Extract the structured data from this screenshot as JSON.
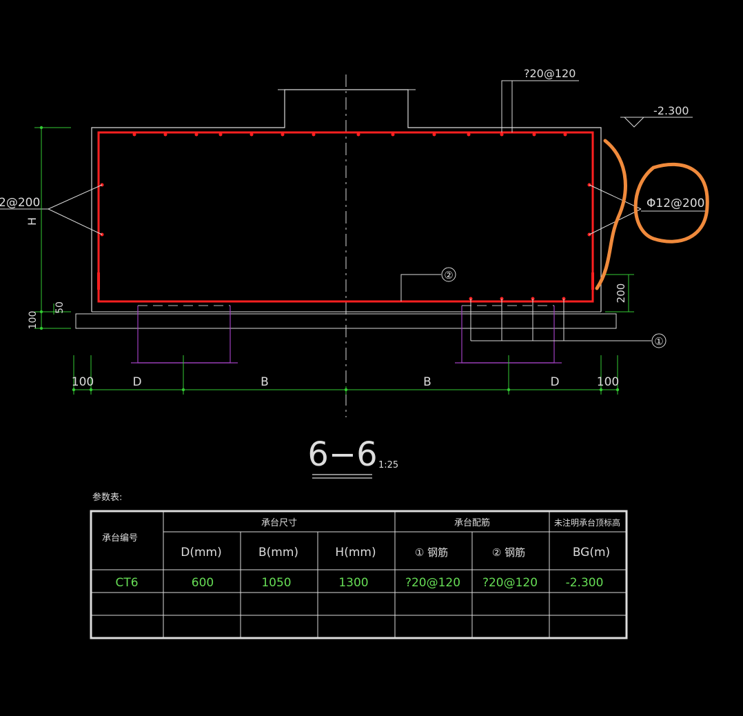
{
  "labels": {
    "top_rebar": "?20@120",
    "elevation": "-2.300",
    "side_rebar_left": "2@200",
    "side_rebar_right": "Φ12@200",
    "height_dim": "H",
    "dim_200": "200",
    "dim_50": "50",
    "dim_100_left": "100",
    "callout_1": "①",
    "callout_2": "②",
    "bottom_dims": [
      "100",
      "D",
      "B",
      "B",
      "D",
      "100"
    ],
    "section_title": "6−6",
    "section_scale": "1:25"
  },
  "table": {
    "caption": "参数表:",
    "header_id": "承台编号",
    "group_size": "承台尺寸",
    "group_rebar": "承台配筋",
    "group_elev": "未注明承台顶标高",
    "sub_headers": [
      "D(mm)",
      "B(mm)",
      "H(mm)",
      "① 钢筋",
      "② 钢筋",
      "BG(m)"
    ],
    "rows": [
      [
        "CT6",
        "600",
        "1050",
        "1300",
        "?20@120",
        "?20@120",
        "-2.300"
      ],
      [
        "",
        "",
        "",
        "",
        "",
        "",
        ""
      ],
      [
        "",
        "",
        "",
        "",
        "",
        "",
        ""
      ]
    ]
  },
  "colors": {
    "background": "#000000",
    "line": "#ffffff",
    "dimension": "#33cc33",
    "rebar": "#ff2020",
    "pile": "#a040c0",
    "annotation": "#f08a3c",
    "table_value": "#66dd55"
  }
}
